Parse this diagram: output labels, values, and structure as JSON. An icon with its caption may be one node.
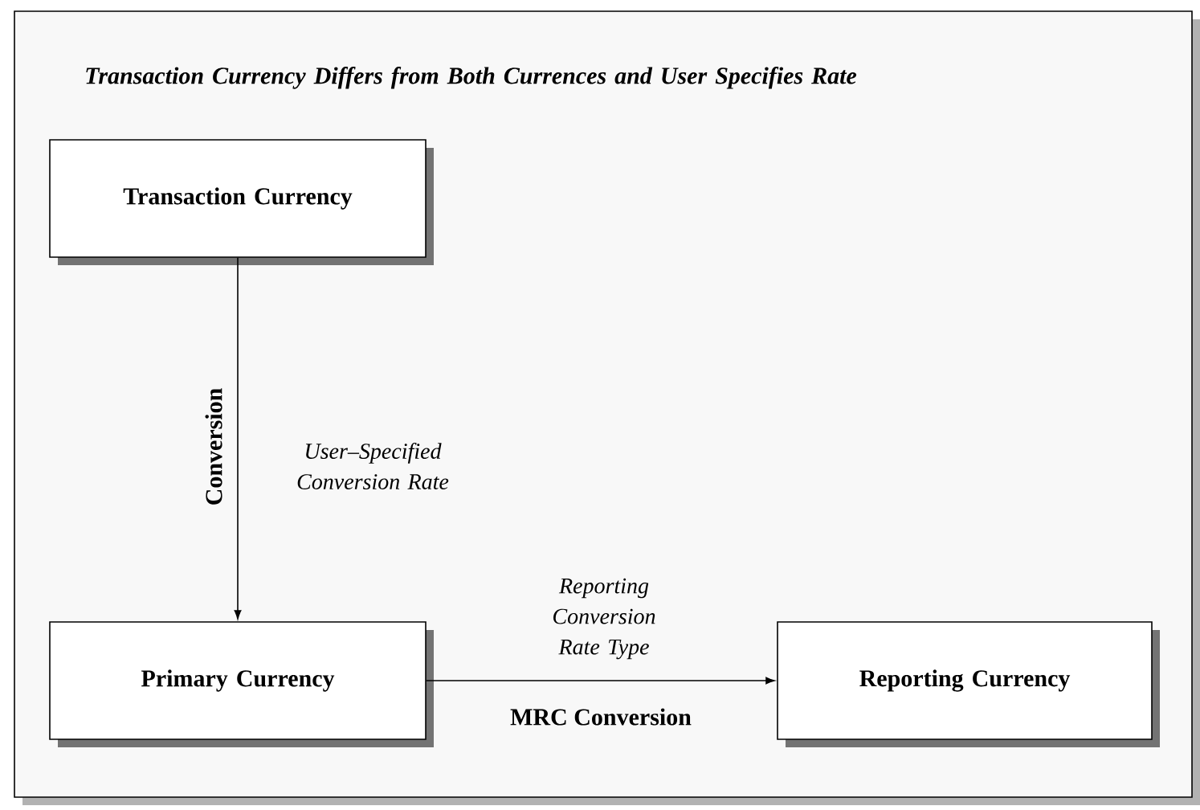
{
  "diagram": {
    "title": "Transaction Currency Differs from Both Currences and User Specifies Rate",
    "nodes": [
      {
        "text": [
          "Transaction Currency"
        ]
      },
      {
        "text": [
          "Primary Currency"
        ]
      },
      {
        "text": [
          "Reporting Currency"
        ]
      }
    ],
    "edges": [
      {
        "from": 0,
        "to": 1,
        "arrow": "to",
        "label": "Conversion"
      },
      {
        "from": 1,
        "to": 2,
        "arrow": "to",
        "label": "MRC Conversion"
      }
    ],
    "labels": [
      "User–Specified Conversion Rate",
      "Reporting Conversion Rate Type"
    ]
  }
}
